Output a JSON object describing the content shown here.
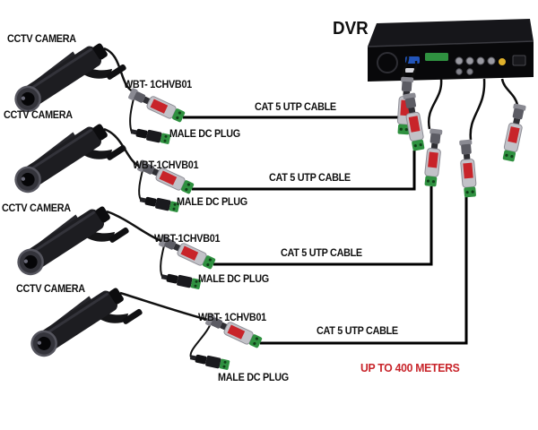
{
  "diagram": {
    "dvr_label": "DVR",
    "distance_note": "UP TO 400 METERS",
    "rows": [
      {
        "camera": "CCTV CAMERA",
        "balun": "WBT- 1CHVB01",
        "dc_plug": "MALE DC PLUG",
        "cable": "CAT 5 UTP CABLE"
      },
      {
        "camera": "CCTV CAMERA",
        "balun": "WBT-1CHVB01",
        "dc_plug": "MALE DC PLUG",
        "cable": "CAT 5 UTP CABLE"
      },
      {
        "camera": "CCTV CAMERA",
        "balun": "WBT-1CHVB01",
        "dc_plug": "MALE DC PLUG",
        "cable": "CAT 5 UTP CABLE"
      },
      {
        "camera": "CCTV CAMERA",
        "balun": "WBT- 1CHVB01",
        "dc_plug": "MALE DC PLUG",
        "cable": "CAT 5 UTP CABLE"
      }
    ],
    "colors": {
      "text": "#101010",
      "accent_red": "#c8242a",
      "cable_black": "#000000",
      "terminal_green": "#2f9140",
      "balun_silver": "#c2c2c8"
    }
  }
}
